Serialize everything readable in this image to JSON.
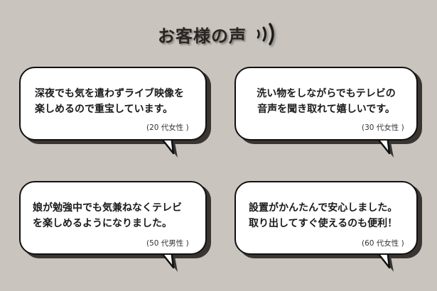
{
  "heading": {
    "title": "お客様の声"
  },
  "testimonials": [
    {
      "line1": "深夜でも気を遣わずライブ映像を",
      "line2": "楽しめるので重宝しています。",
      "attribution": "(20 代女性 )"
    },
    {
      "line1": "洗い物をしながらでもテレビの",
      "line2": "音声を聞き取れて嬉しいです。",
      "attribution": "(30 代女性 )"
    },
    {
      "line1": "娘が勉強中でも気兼ねなくテレビ",
      "line2": "を楽しめるようになりました。",
      "attribution": "(50 代男性 )"
    },
    {
      "line1": "設置がかんたんで安心しました。",
      "line2": "取り出してすぐ使えるのも便利！",
      "attribution": "(60 代女性 )"
    }
  ],
  "icons": {
    "heading": "sound-waves-icon"
  },
  "colors": {
    "background": "#c9c4bd",
    "bubble_fill": "#ffffff",
    "bubble_border": "#111111",
    "bubble_shadow": "#3a3531",
    "text": "#1a1a1a"
  }
}
